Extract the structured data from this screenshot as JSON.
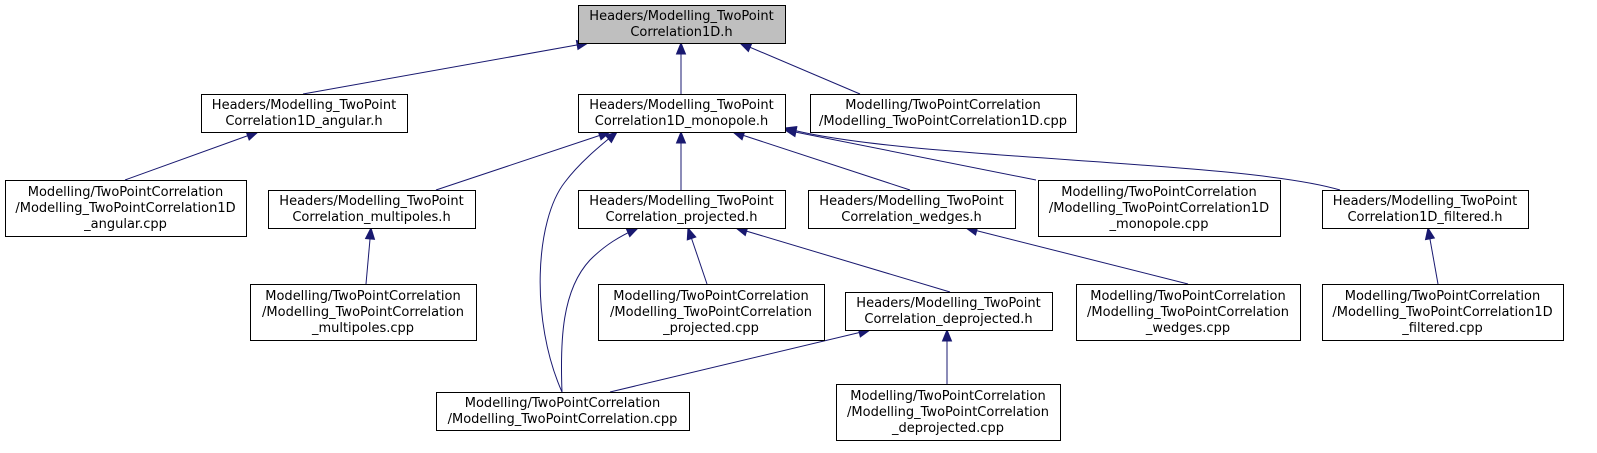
{
  "diagram": {
    "type": "include-dependency-graph",
    "colors": {
      "edge": "#191970",
      "root_fill": "#bfbfbf",
      "node_fill": "#ffffff",
      "border": "#000000"
    },
    "nodes": [
      {
        "id": "n1",
        "lines": [
          "Headers/Modelling_TwoPoint",
          "Correlation1D.h"
        ],
        "root": true
      },
      {
        "id": "n2",
        "lines": [
          "Headers/Modelling_TwoPoint",
          "Correlation1D_angular.h"
        ]
      },
      {
        "id": "n3",
        "lines": [
          "Headers/Modelling_TwoPoint",
          "Correlation1D_monopole.h"
        ]
      },
      {
        "id": "n4",
        "lines": [
          "Modelling/TwoPointCorrelation",
          "/Modelling_TwoPointCorrelation1D.cpp"
        ]
      },
      {
        "id": "n5",
        "lines": [
          "Modelling/TwoPointCorrelation",
          "/Modelling_TwoPointCorrelation1D",
          "_angular.cpp"
        ]
      },
      {
        "id": "n6",
        "lines": [
          "Headers/Modelling_TwoPoint",
          "Correlation_multipoles.h"
        ]
      },
      {
        "id": "n7",
        "lines": [
          "Headers/Modelling_TwoPoint",
          "Correlation_projected.h"
        ]
      },
      {
        "id": "n8",
        "lines": [
          "Headers/Modelling_TwoPoint",
          "Correlation_wedges.h"
        ]
      },
      {
        "id": "n9",
        "lines": [
          "Modelling/TwoPointCorrelation",
          "/Modelling_TwoPointCorrelation1D",
          "_monopole.cpp"
        ]
      },
      {
        "id": "n10",
        "lines": [
          "Headers/Modelling_TwoPoint",
          "Correlation1D_filtered.h"
        ]
      },
      {
        "id": "n11",
        "lines": [
          "Modelling/TwoPointCorrelation",
          "/Modelling_TwoPointCorrelation",
          "_multipoles.cpp"
        ]
      },
      {
        "id": "n12",
        "lines": [
          "Modelling/TwoPointCorrelation",
          "/Modelling_TwoPointCorrelation",
          "_projected.cpp"
        ]
      },
      {
        "id": "n13",
        "lines": [
          "Headers/Modelling_TwoPoint",
          "Correlation_deprojected.h"
        ]
      },
      {
        "id": "n14",
        "lines": [
          "Modelling/TwoPointCorrelation",
          "/Modelling_TwoPointCorrelation",
          "_wedges.cpp"
        ]
      },
      {
        "id": "n15",
        "lines": [
          "Modelling/TwoPointCorrelation",
          "/Modelling_TwoPointCorrelation1D",
          "_filtered.cpp"
        ]
      },
      {
        "id": "n16",
        "lines": [
          "Modelling/TwoPointCorrelation",
          "/Modelling_TwoPointCorrelation.cpp"
        ]
      },
      {
        "id": "n17",
        "lines": [
          "Modelling/TwoPointCorrelation",
          "/Modelling_TwoPointCorrelation",
          "_deprojected.cpp"
        ]
      }
    ],
    "edges": [
      {
        "from": "n2",
        "to": "n1"
      },
      {
        "from": "n3",
        "to": "n1"
      },
      {
        "from": "n4",
        "to": "n1"
      },
      {
        "from": "n5",
        "to": "n2"
      },
      {
        "from": "n6",
        "to": "n3"
      },
      {
        "from": "n16",
        "to": "n3"
      },
      {
        "from": "n7",
        "to": "n3"
      },
      {
        "from": "n8",
        "to": "n3"
      },
      {
        "from": "n9",
        "to": "n3"
      },
      {
        "from": "n10",
        "to": "n3"
      },
      {
        "from": "n11",
        "to": "n6"
      },
      {
        "from": "n16",
        "to": "n7"
      },
      {
        "from": "n12",
        "to": "n7"
      },
      {
        "from": "n13",
        "to": "n7"
      },
      {
        "from": "n14",
        "to": "n8"
      },
      {
        "from": "n15",
        "to": "n10"
      },
      {
        "from": "n16",
        "to": "n13"
      },
      {
        "from": "n17",
        "to": "n13"
      }
    ]
  }
}
